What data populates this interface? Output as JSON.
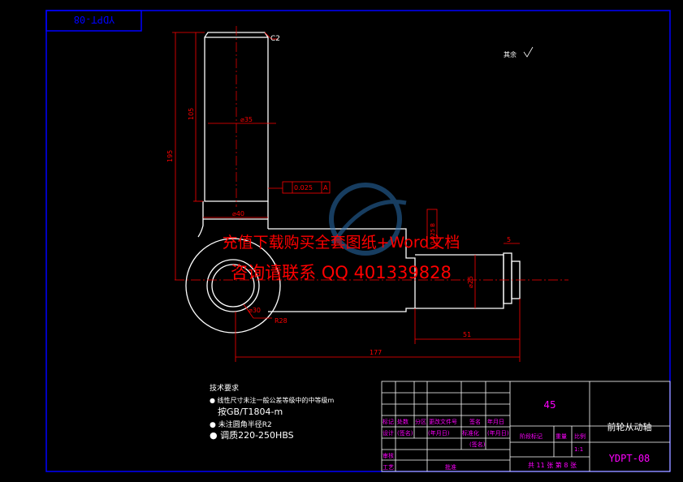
{
  "drawing_code_mirrored": "YDPT-08",
  "chamfer_label": "C2",
  "roughness_note": "其余",
  "dims": {
    "d_shaft": "⌀35",
    "d_neck": "⌀40",
    "d_bore": "⌀30",
    "radius": "R28",
    "len_105": "105",
    "len_195": "195",
    "len_177": "177",
    "len_51": "51",
    "len_5": "5",
    "d_small": "⌀25"
  },
  "tolerance": {
    "value": "0.025",
    "datum": "A"
  },
  "tolerance_vertical": "0.025 B",
  "watermark": {
    "line1": "充值下载购买全套图纸+Word文档",
    "line2": "咨询请联系 QQ 401339828"
  },
  "tech_req": {
    "title": "技术要求",
    "items": [
      {
        "a": "● 线性尺寸未注一般公差等级中的中等级m",
        "b": "按GB/T1804-m"
      },
      {
        "a": "● 未注圆角半径R2"
      },
      {
        "a": "● 调质220-250HBS"
      }
    ]
  },
  "title_block": {
    "material": "45",
    "part_name": "前轮从动轴",
    "drawing_no": "YDPT-08",
    "scale": "1:1",
    "sheets": "共 11 张 第 8 张",
    "headers_row1": [
      "标记",
      "处数",
      "分区",
      "更改文件号",
      "签名",
      "年月日"
    ],
    "headers_row2": [
      "设计",
      "(签名)",
      "(年月日)",
      "标准化",
      "(签名)",
      "(年月日)"
    ],
    "label_review": "审核",
    "label_process": "工艺",
    "label_approve": "批准",
    "label_stage": "阶段标记",
    "label_weight": "重量",
    "label_ratio": "比例"
  },
  "colors": {
    "frame": "#0000ff",
    "outline": "#ffffff",
    "dim": "#ff0000",
    "block": "#ff00ff",
    "watermark": "#ff0000"
  }
}
